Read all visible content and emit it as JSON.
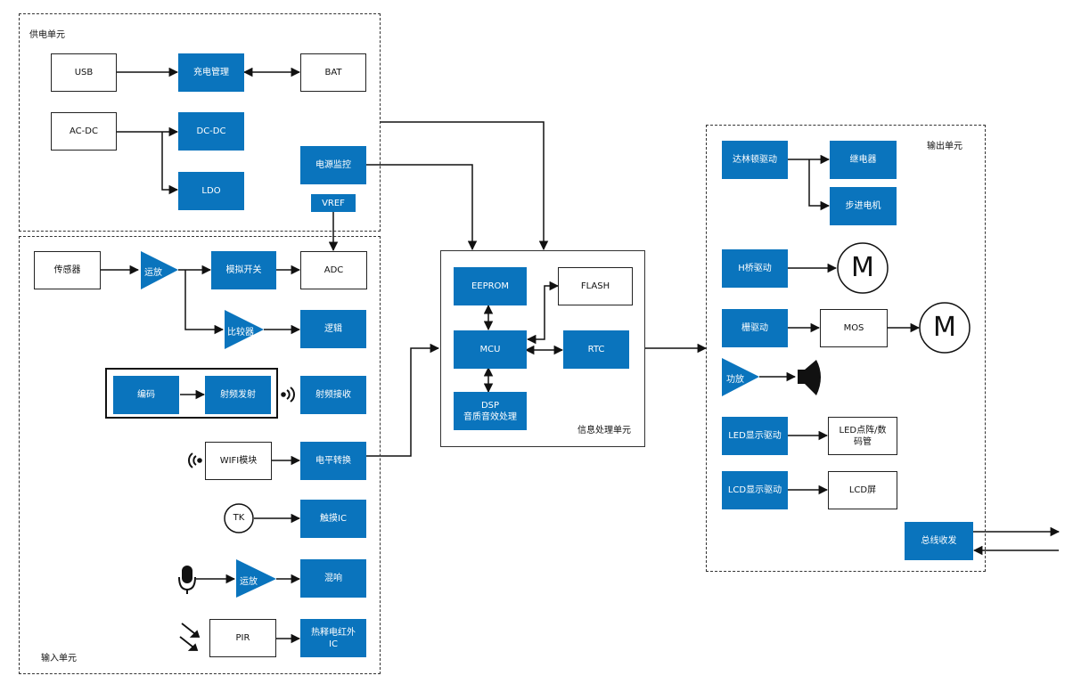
{
  "regions": {
    "power": "供电单元",
    "input": "输入单元",
    "processing": "信息处理单元",
    "output": "输出单元"
  },
  "blocks": {
    "usb": "USB",
    "charge_mgmt": "充电管理",
    "bat": "BAT",
    "acdc": "AC-DC",
    "dcdc": "DC-DC",
    "ldo": "LDO",
    "power_monitor": "电源监控",
    "vref": "VREF",
    "sensor": "传感器",
    "opamp1": "运放",
    "analog_switch": "模拟开关",
    "adc": "ADC",
    "comparator": "比较器",
    "logic": "逻辑",
    "encode": "编码",
    "rf_tx": "射频发射",
    "rf_rx": "射频接收",
    "wifi": "WIFI模块",
    "level_shift": "电平转换",
    "tk": "TK",
    "touch_ic": "触摸IC",
    "opamp2": "运放",
    "reverb": "混响",
    "pir": "PIR",
    "pyro_ic": "热释电红外\nIC",
    "eeprom": "EEPROM",
    "flash": "FLASH",
    "mcu": "MCU",
    "rtc": "RTC",
    "dsp": "DSP\n音质音效处理",
    "darlington": "达林顿驱动",
    "relay": "继电器",
    "stepper": "步进电机",
    "hbridge": "H桥驱动",
    "motor": "M",
    "gate_drive": "栅驱动",
    "mos": "MOS",
    "amp": "功放",
    "led_drive": "LED显示驱动",
    "led_display": "LED点阵/数\n码管",
    "lcd_drive": "LCD显示驱动",
    "lcd_screen": "LCD屏",
    "bus": "总线收发"
  },
  "colors": {
    "block_blue": "#0a74bd",
    "line": "#111111",
    "dashed_border": "#333333"
  },
  "icons": {
    "wireless": "wireless-signal-icon",
    "microphone": "microphone-icon",
    "infrared": "infrared-light-icon",
    "speaker": "speaker-icon"
  }
}
